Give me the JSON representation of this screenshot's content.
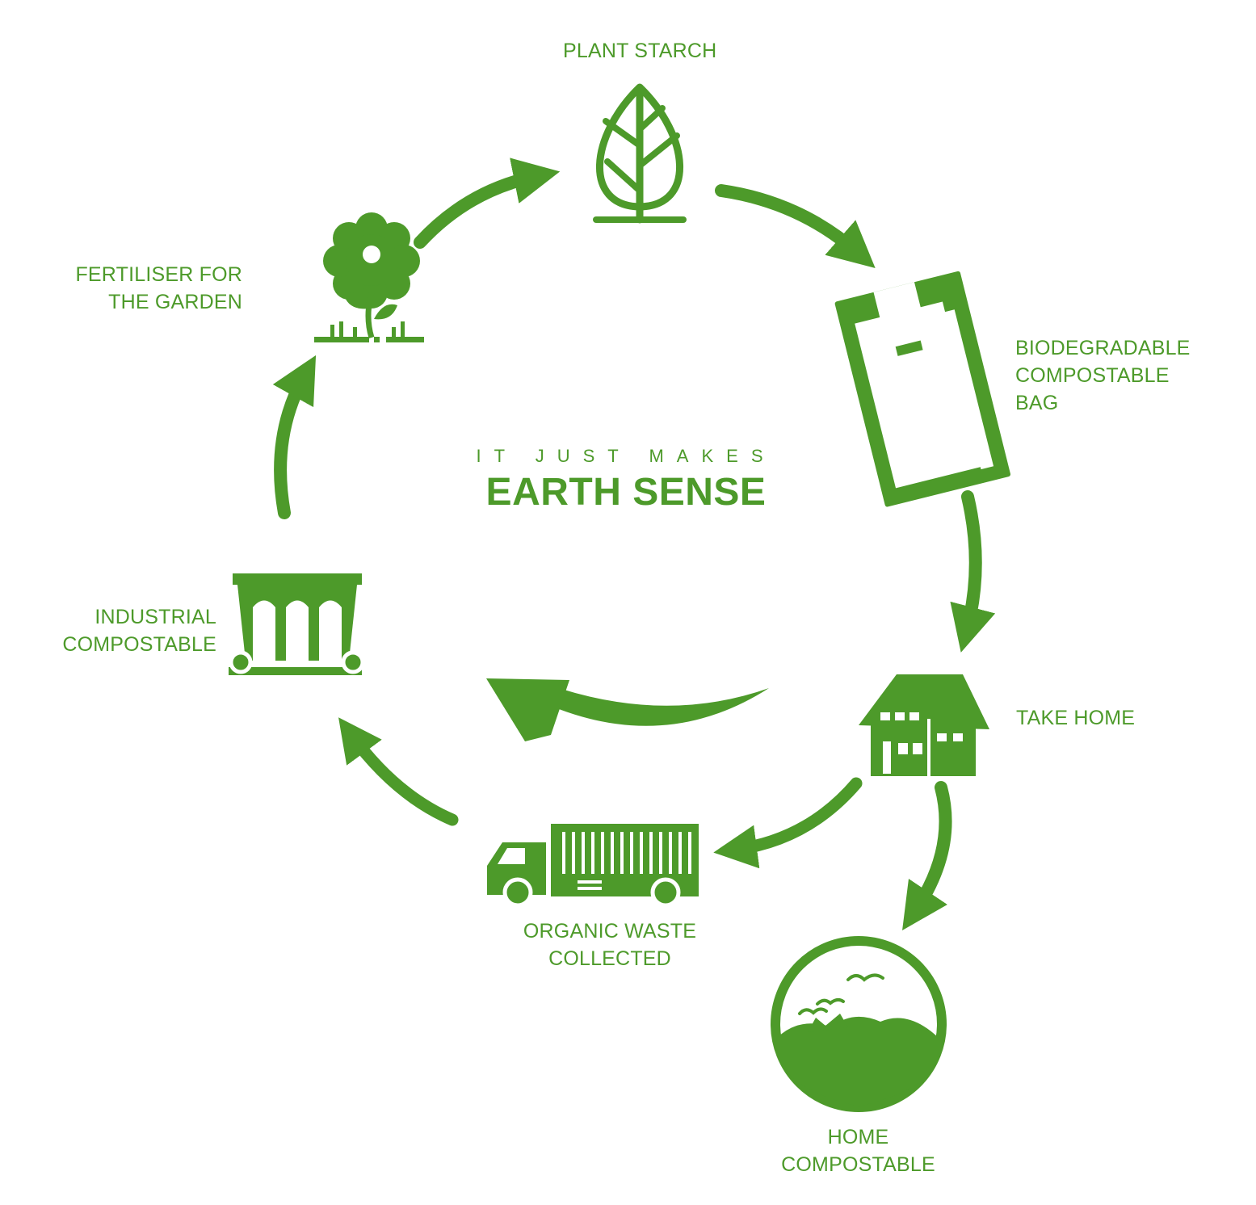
{
  "theme": {
    "green": "#4d9a2a",
    "background": "#ffffff"
  },
  "center": {
    "tagline": "IT JUST MAKES",
    "headline": "EARTH SENSE"
  },
  "nodes": {
    "plant_starch": {
      "lines": [
        "PLANT STARCH"
      ],
      "icon": "leaf-icon"
    },
    "bag": {
      "lines": [
        "BIODEGRADABLE",
        "COMPOSTABLE",
        "BAG"
      ],
      "icon": "shopping-bag-icon"
    },
    "take_home": {
      "lines": [
        "TAKE HOME"
      ],
      "icon": "house-icon"
    },
    "home_compost": {
      "lines": [
        "HOME",
        "COMPOSTABLE"
      ],
      "icon": "compost-heap-icon"
    },
    "organic_waste": {
      "lines": [
        "ORGANIC WASTE",
        "COLLECTED"
      ],
      "icon": "truck-icon"
    },
    "industrial": {
      "lines": [
        "INDUSTRIAL",
        "COMPOSTABLE"
      ],
      "icon": "waste-bin-icon"
    },
    "fertiliser": {
      "lines": [
        "FERTILISER FOR",
        "THE GARDEN"
      ],
      "icon": "flower-icon"
    }
  }
}
